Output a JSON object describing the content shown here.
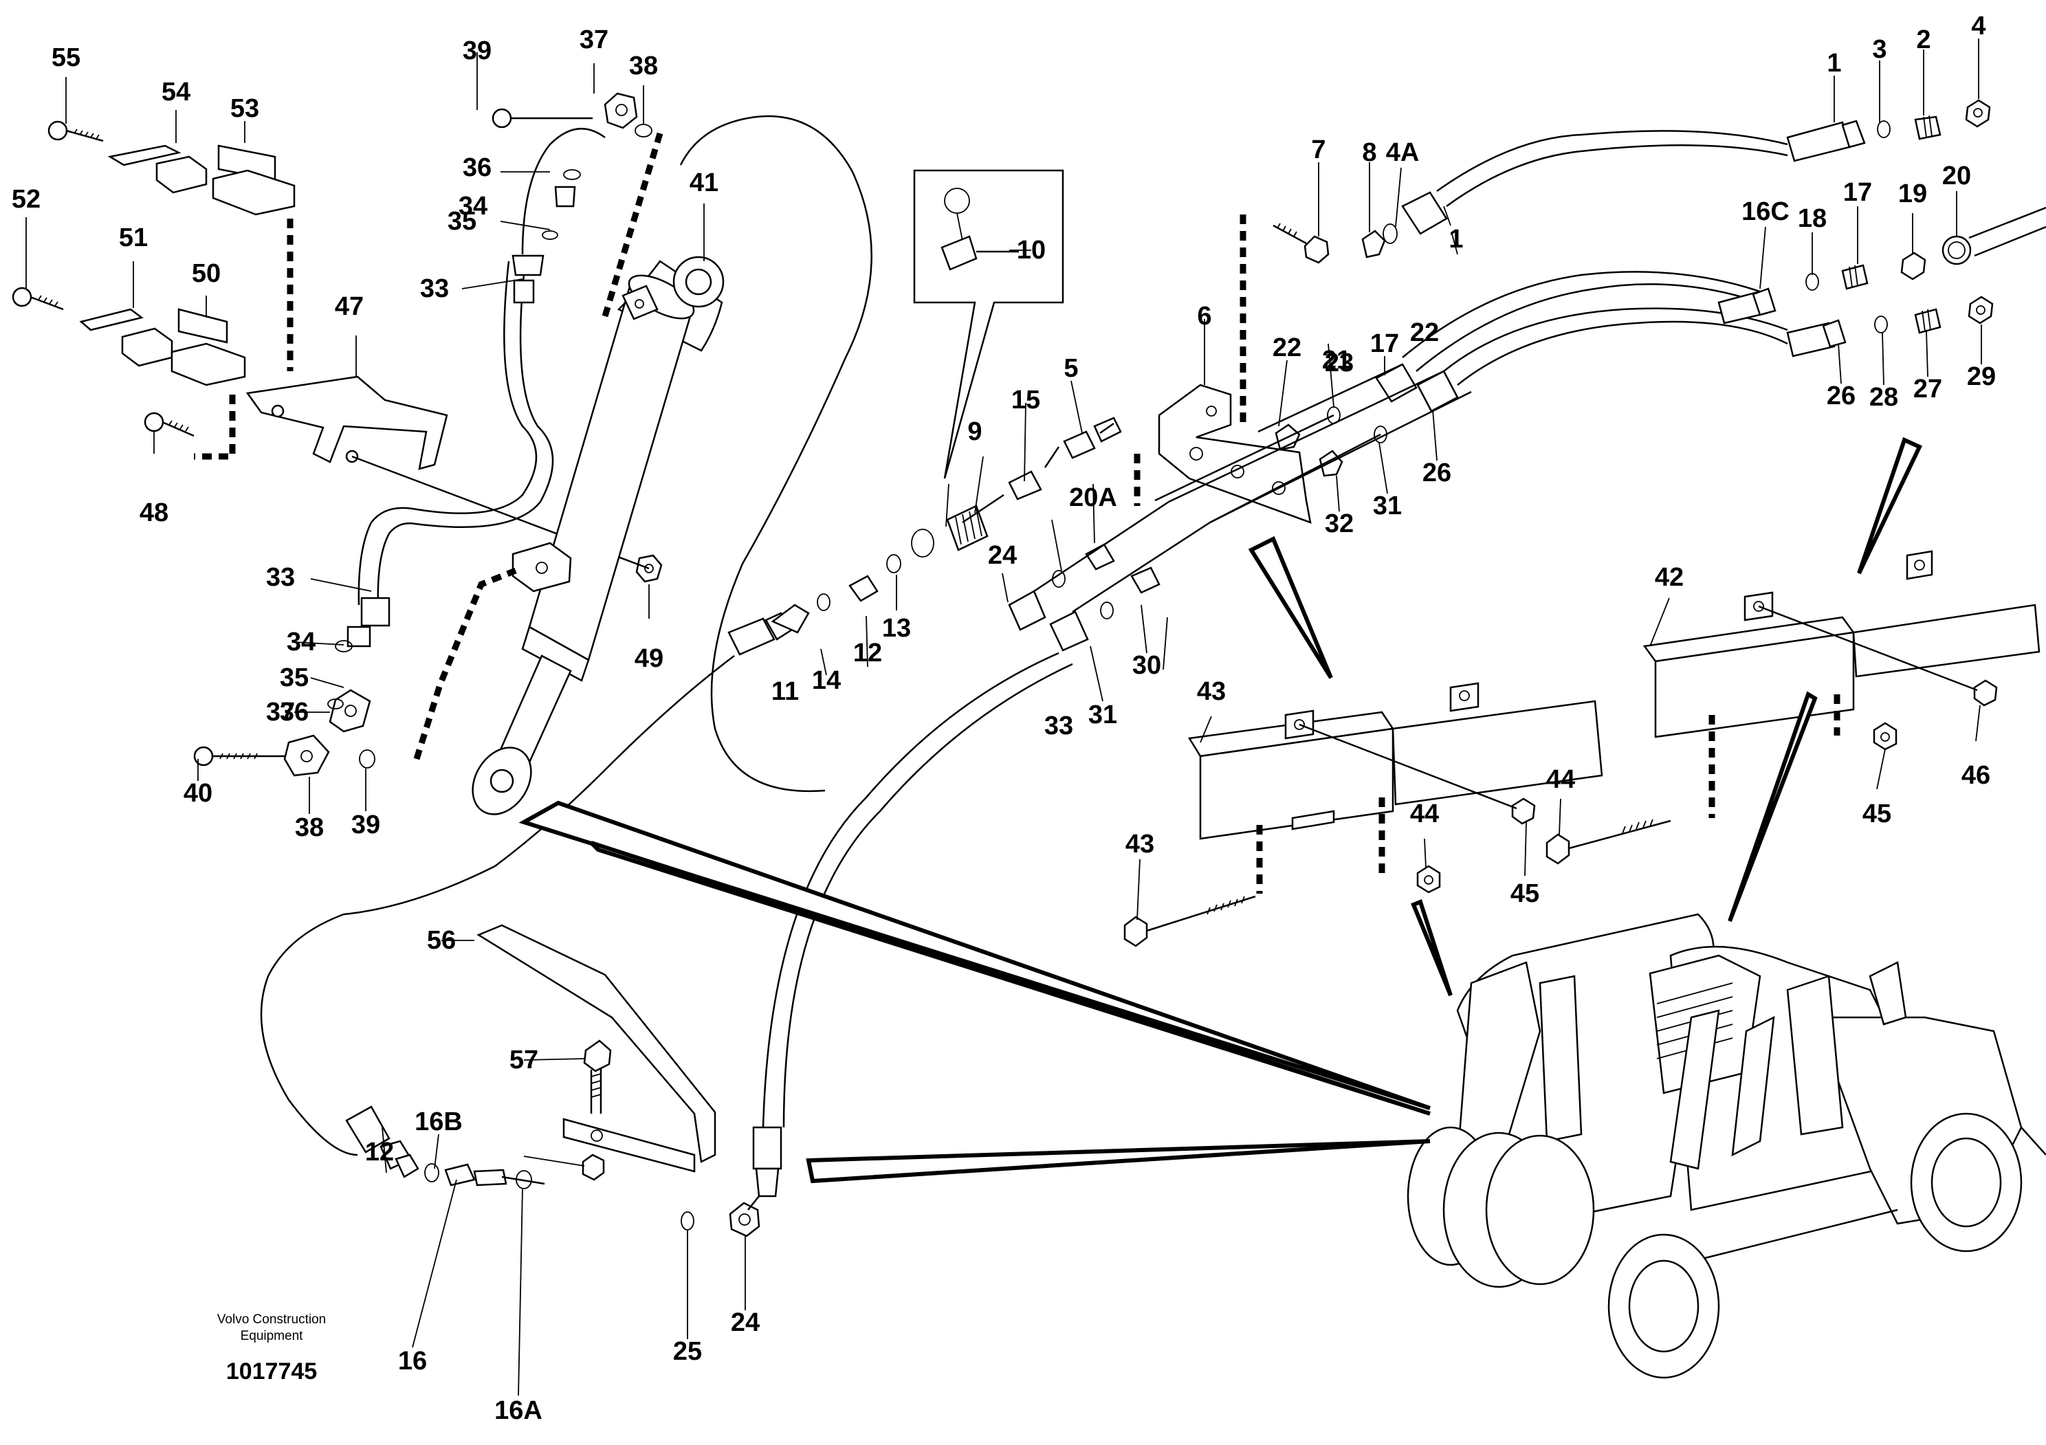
{
  "caption": {
    "company_line1": "Volvo Construction",
    "company_line2": "Equipment",
    "drawing_number": "1017745"
  },
  "callouts": [
    "1",
    "1",
    "2",
    "3",
    "4",
    "4A",
    "5",
    "6",
    "7",
    "8",
    "9",
    "10",
    "11",
    "12",
    "12",
    "13",
    "14",
    "15",
    "16",
    "16A",
    "16B",
    "16C",
    "17",
    "17",
    "18",
    "19",
    "20",
    "20A",
    "21",
    "22",
    "22",
    "23",
    "24",
    "24",
    "25",
    "26",
    "26",
    "27",
    "28",
    "29",
    "30",
    "31",
    "31",
    "32",
    "33",
    "33",
    "33",
    "34",
    "34",
    "35",
    "35",
    "36",
    "36",
    "37",
    "37",
    "38",
    "38",
    "39",
    "39",
    "40",
    "41",
    "42",
    "43",
    "43",
    "44",
    "44",
    "45",
    "45",
    "46",
    "47",
    "48",
    "49",
    "50",
    "51",
    "52",
    "53",
    "54",
    "55",
    "56",
    "57"
  ]
}
